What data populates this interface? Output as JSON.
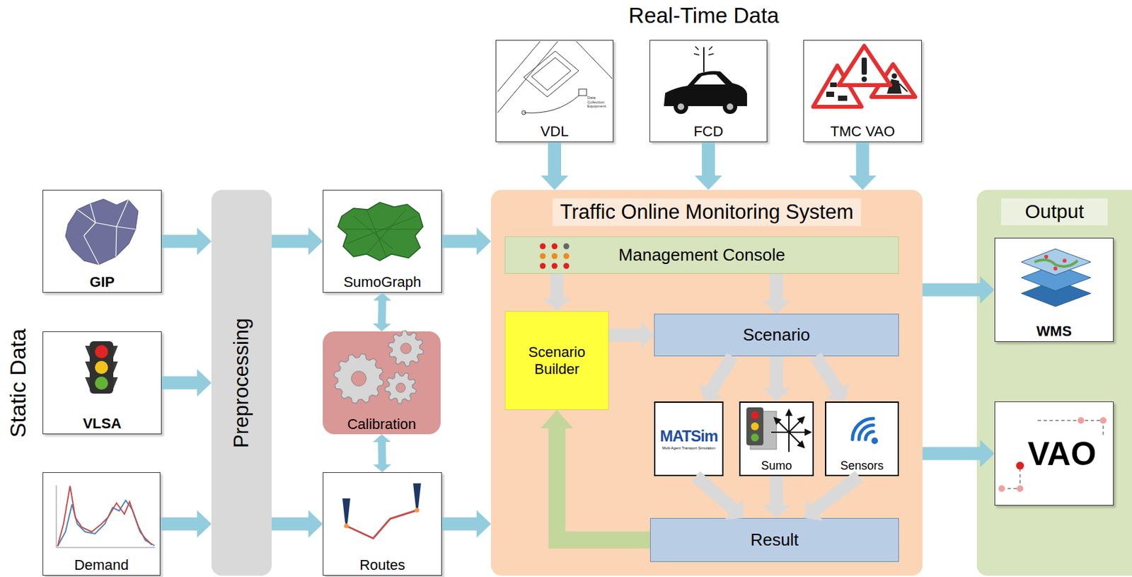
{
  "diagram": {
    "nodes": [
      {
        "text": [
          "GIP"
        ]
      },
      {
        "text": [
          "VLSA"
        ]
      },
      {
        "text": [
          "Demand"
        ]
      },
      {
        "text": [
          "Preprocessing"
        ]
      },
      {
        "text": [
          "SumoGraph"
        ]
      },
      {
        "text": [
          "Calibration"
        ]
      },
      {
        "text": [
          "Routes"
        ]
      },
      {
        "text": [
          "VDL"
        ]
      },
      {
        "text": [
          "FCD"
        ]
      },
      {
        "text": [
          "TMC VAO"
        ]
      },
      {
        "text": [
          "Traffic Online Monitoring System"
        ]
      },
      {
        "text": [
          "Management Console"
        ],
        "in": 10
      },
      {
        "text": [
          "Scenario Builder"
        ],
        "in": 10
      },
      {
        "text": [
          "Scenario"
        ],
        "in": 10
      },
      {
        "text": [
          "MATSim",
          "Multi-Agent Transport Simulation"
        ],
        "in": 10
      },
      {
        "text": [
          "Sumo"
        ],
        "in": 10
      },
      {
        "text": [
          "Sensors"
        ],
        "in": 10
      },
      {
        "text": [
          "Result"
        ],
        "in": 10
      },
      {
        "text": [
          "Output"
        ]
      },
      {
        "text": [
          "WMS"
        ],
        "in": 18
      },
      {
        "text": [
          "VAO"
        ],
        "in": 18
      }
    ],
    "edges": [
      {
        "from": 0,
        "to": 3,
        "arrow": "to"
      },
      {
        "from": 1,
        "to": 3,
        "arrow": "to"
      },
      {
        "from": 2,
        "to": 3,
        "arrow": "to"
      },
      {
        "from": 3,
        "to": 4,
        "arrow": "to"
      },
      {
        "from": 3,
        "to": 6,
        "arrow": "to"
      },
      {
        "from": 4,
        "to": 5,
        "arrow": "both"
      },
      {
        "from": 5,
        "to": 6,
        "arrow": "both"
      },
      {
        "from": 4,
        "to": 10,
        "arrow": "to"
      },
      {
        "from": 6,
        "to": 10,
        "arrow": "to"
      },
      {
        "from": 7,
        "to": 10,
        "arrow": "to"
      },
      {
        "from": 8,
        "to": 10,
        "arrow": "to"
      },
      {
        "from": 9,
        "to": 10,
        "arrow": "to"
      },
      {
        "from": 10,
        "to": 19,
        "arrow": "to"
      },
      {
        "from": 10,
        "to": 20,
        "arrow": "to"
      },
      {
        "from": 11,
        "to": 12,
        "arrow": "to"
      },
      {
        "from": 11,
        "to": 13,
        "arrow": "to"
      },
      {
        "from": 12,
        "to": 13,
        "arrow": "to"
      },
      {
        "from": 13,
        "to": 14,
        "arrow": "to"
      },
      {
        "from": 13,
        "to": 15,
        "arrow": "to"
      },
      {
        "from": 13,
        "to": 16,
        "arrow": "to"
      },
      {
        "from": 14,
        "to": 17,
        "arrow": "to"
      },
      {
        "from": 15,
        "to": 17,
        "arrow": "to"
      },
      {
        "from": 16,
        "to": 17,
        "arrow": "to"
      },
      {
        "from": 17,
        "to": 12,
        "arrow": "to"
      }
    ],
    "labels": [
      "Real-Time Data",
      "Static Data",
      "Data Collection Equipment"
    ]
  }
}
